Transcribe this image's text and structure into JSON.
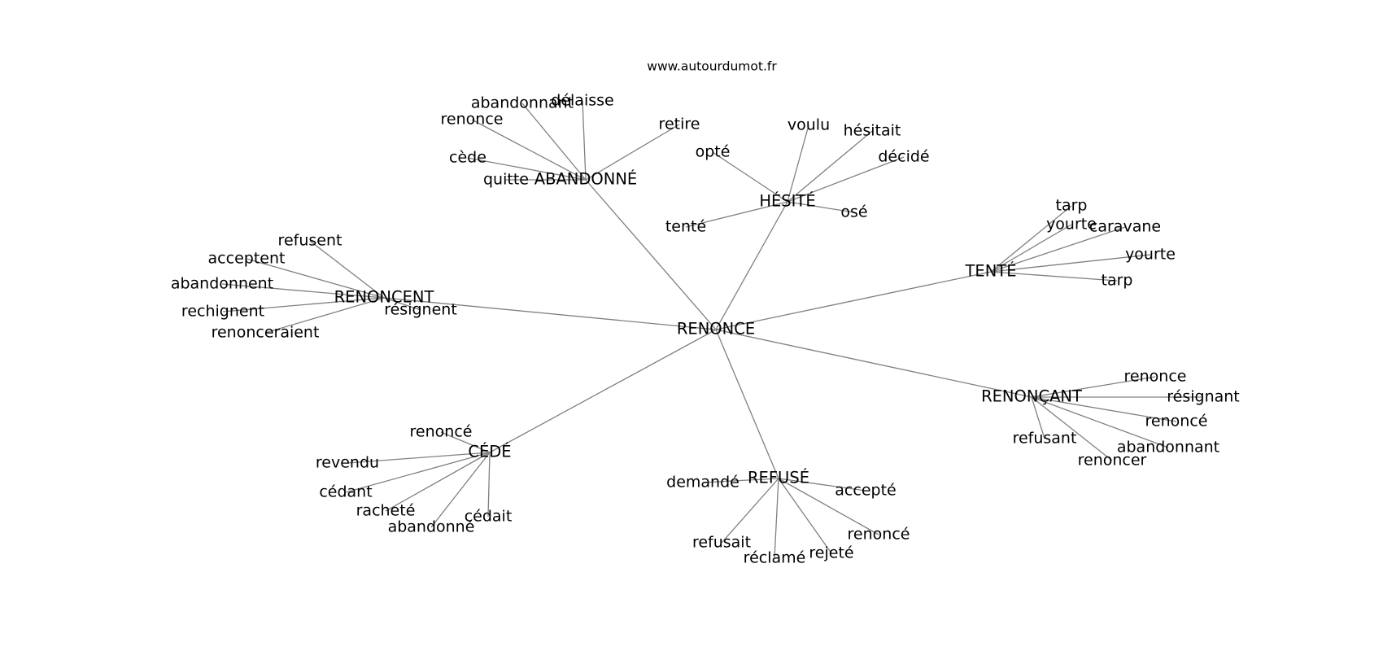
{
  "site": "www.autourdumot.fr",
  "center": "RENONCE",
  "hubs": [
    {
      "key": "abandonne",
      "label": "ABANDONNÉ",
      "leaves": [
        "quitte",
        "cède",
        "renonce",
        "abandonnant",
        "délaisse",
        "retire"
      ]
    },
    {
      "key": "hesite",
      "label": "HÉSITÉ",
      "leaves": [
        "opté",
        "voulu",
        "hésitait",
        "décidé",
        "osé",
        "tenté"
      ]
    },
    {
      "key": "tente",
      "label": "TENTÉ",
      "leaves": [
        "tarp",
        "yourte",
        "caravane",
        "yourte",
        "tarp"
      ]
    },
    {
      "key": "renoncent",
      "label": "RENONCENT",
      "leaves": [
        "refusent",
        "acceptent",
        "abandonnent",
        "rechignent",
        "renonceraient",
        "résignent"
      ]
    },
    {
      "key": "renoncant",
      "label": "RENONÇANT",
      "leaves": [
        "renonce",
        "résignant",
        "renoncé",
        "abandonnant",
        "renoncer",
        "refusant"
      ]
    },
    {
      "key": "cede",
      "label": "CÉDÉ",
      "leaves": [
        "renoncé",
        "revendu",
        "cédant",
        "racheté",
        "abandonné",
        "cédait"
      ]
    },
    {
      "key": "refuse",
      "label": "REFUSÉ",
      "leaves": [
        "demandé",
        "accepté",
        "renoncé",
        "rejeté",
        "réclamé",
        "refusait"
      ]
    }
  ]
}
